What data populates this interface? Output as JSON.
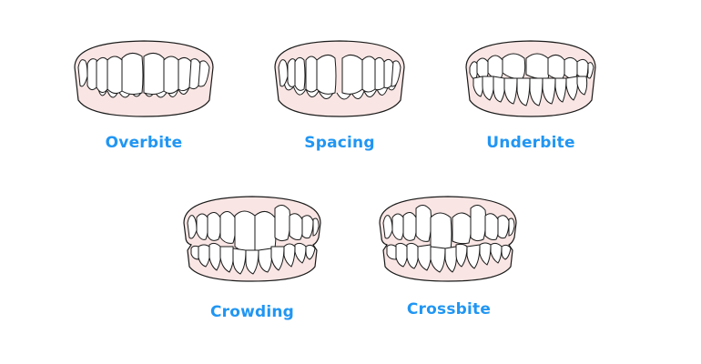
{
  "colors": {
    "label": "#2196F3",
    "gum": "#F9E6E4",
    "outline": "#1a1a1a",
    "tooth": "#ffffff"
  },
  "conditions": [
    {
      "id": "overbite",
      "label": "Overbite",
      "icon": "overbite-teeth-icon"
    },
    {
      "id": "spacing",
      "label": "Spacing",
      "icon": "spacing-teeth-icon"
    },
    {
      "id": "underbite",
      "label": "Underbite",
      "icon": "underbite-teeth-icon"
    },
    {
      "id": "crowding",
      "label": "Crowding",
      "icon": "crowding-teeth-icon"
    },
    {
      "id": "crossbite",
      "label": "Crossbite",
      "icon": "crossbite-teeth-icon"
    }
  ]
}
